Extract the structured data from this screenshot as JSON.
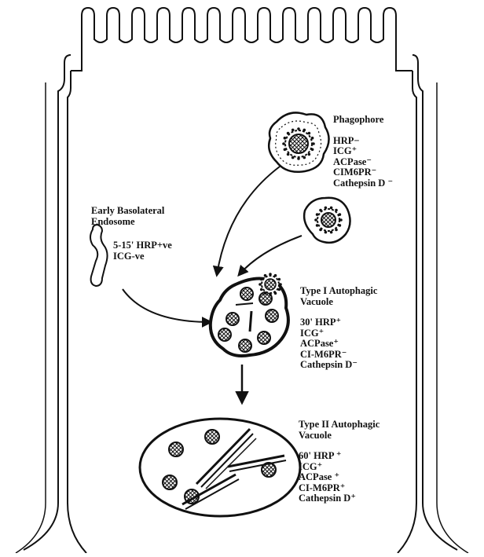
{
  "phagophore": {
    "title": "Phagophore",
    "markers": [
      "HRP−",
      "ICG⁺",
      "ACPase⁻",
      "CIM6PR⁻",
      "Cathepsin D ⁻"
    ]
  },
  "early_endosome": {
    "title_lines": [
      "Early Basolateral",
      "Endosome"
    ],
    "markers": [
      "5-15' HRP+ve",
      "ICG-ve"
    ]
  },
  "type1": {
    "title_lines": [
      "Type I Autophagic",
      "Vacuole"
    ],
    "markers": [
      "30' HRP⁺",
      "ICG⁺",
      "ACPase⁺",
      "CI-M6PR⁻",
      "Cathepsin D⁻"
    ]
  },
  "type2": {
    "title_lines": [
      "Type II Autophagic",
      "Vacuole"
    ],
    "markers": [
      "60' HRP ⁺",
      "ICG⁺",
      "ACPase ⁺",
      "CI-M6PR⁺",
      "Cathepsin D⁺"
    ]
  }
}
